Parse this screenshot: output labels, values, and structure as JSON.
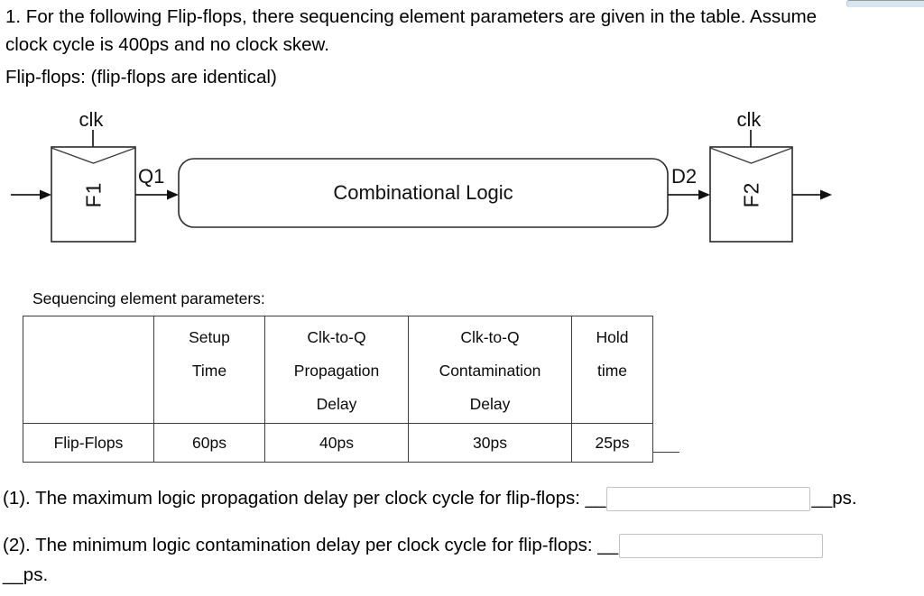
{
  "intro": {
    "line1": "1. For the following Flip-flops, there sequencing element parameters are given in the table. Assume",
    "line2": "clock cycle is 400ps and no clock skew.",
    "note": "Flip-flops: (flip-flops are identical)"
  },
  "diagram": {
    "clk_left_label": "clk",
    "clk_right_label": "clk",
    "ff1_label": "F1",
    "ff2_label": "F2",
    "q1_wire_label": "Q1",
    "d2_wire_label": "D2",
    "logic_block_label": "Combinational Logic"
  },
  "table": {
    "title": "Sequencing element parameters:",
    "row_header": "Flip-Flops",
    "columns": [
      {
        "header_lines": [
          "Setup",
          "Time"
        ],
        "value": "60ps"
      },
      {
        "header_lines": [
          "Clk-to-Q",
          "Propagation",
          "Delay"
        ],
        "value": "40ps"
      },
      {
        "header_lines": [
          "Clk-to-Q",
          "Contamination",
          "Delay"
        ],
        "value": "30ps"
      },
      {
        "header_lines": [
          "Hold",
          "time"
        ],
        "value": "25ps"
      }
    ]
  },
  "questions": {
    "q1": {
      "prefix": "(1). The maximum logic propagation delay per clock cycle for flip-flops: __",
      "suffix": "__ps.",
      "answer_value": ""
    },
    "q2": {
      "prefix": "(2). The minimum logic contamination delay per clock cycle for flip-flops: __",
      "suffix": "__ps.",
      "answer_value": ""
    }
  },
  "colors": {
    "partial_button_fill": "#d5e6ee",
    "table_border": "#3d3d3d",
    "input_border": "#c3c3c7"
  }
}
